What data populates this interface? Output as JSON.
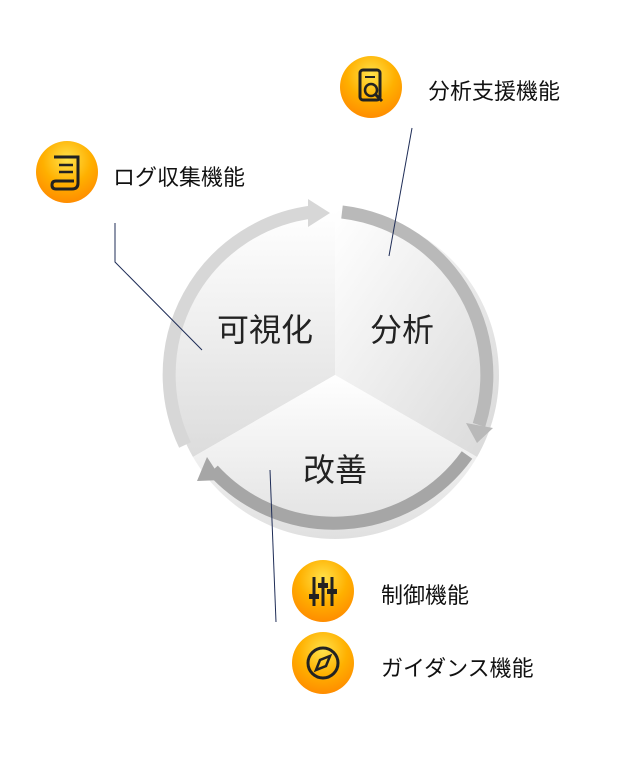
{
  "cycle": {
    "phases": [
      {
        "label": "可視化"
      },
      {
        "label": "分析"
      },
      {
        "label": "改善"
      }
    ]
  },
  "features": [
    {
      "label": "分析支援機能",
      "icon": "analysis-report-icon"
    },
    {
      "label": "ログ収集機能",
      "icon": "log-scroll-icon"
    },
    {
      "label": "制御機能",
      "icon": "control-sliders-icon"
    },
    {
      "label": "ガイダンス機能",
      "icon": "compass-icon"
    }
  ],
  "colors": {
    "badge_top": "#ffe24a",
    "badge_mid": "#ffb000",
    "badge_bottom": "#ff7a00",
    "arrow_light": "#d7d7d7",
    "arrow_mid": "#b9b9b9",
    "arrow_dark": "#a6a6a6",
    "connector": "#1f2d57"
  }
}
